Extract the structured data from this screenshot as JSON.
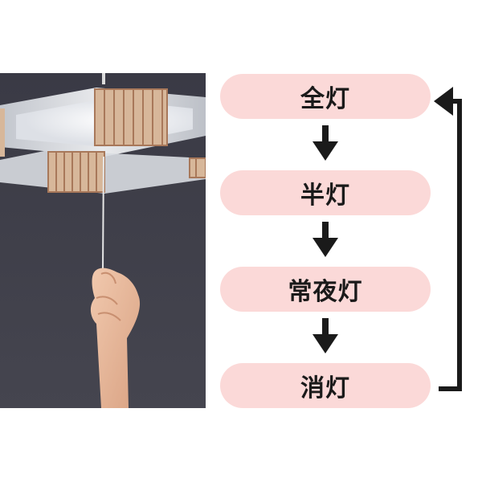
{
  "steps": [
    {
      "label": "全灯"
    },
    {
      "label": "半灯"
    },
    {
      "label": "常夜灯"
    },
    {
      "label": "消灯"
    }
  ],
  "colors": {
    "step_fill": "#fbd9d8",
    "arrow": "#1a1a1a",
    "photo_background": "#3d3d48"
  },
  "icons": {
    "down_arrow": "arrow-down-icon",
    "loop_arrow": "return-arrow-icon"
  }
}
